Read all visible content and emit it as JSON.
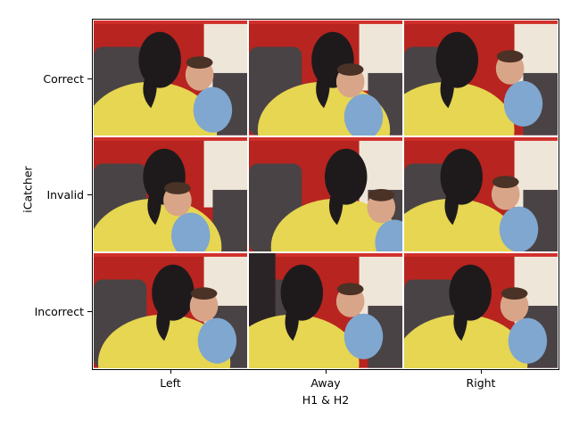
{
  "figure": {
    "xlabel": "H1 & H2",
    "ylabel": "iCatcher",
    "columns": [
      "Left",
      "Away",
      "Right"
    ],
    "rows": [
      "Correct",
      "Invalid",
      "Incorrect"
    ]
  },
  "cells": [
    {
      "row": "Correct",
      "col": "Left",
      "description": "video frame"
    },
    {
      "row": "Correct",
      "col": "Away",
      "description": "video frame"
    },
    {
      "row": "Correct",
      "col": "Right",
      "description": "video frame"
    },
    {
      "row": "Invalid",
      "col": "Left",
      "description": "video frame"
    },
    {
      "row": "Invalid",
      "col": "Away",
      "description": "video frame"
    },
    {
      "row": "Invalid",
      "col": "Right",
      "description": "video frame"
    },
    {
      "row": "Incorrect",
      "col": "Left",
      "description": "video frame"
    },
    {
      "row": "Incorrect",
      "col": "Away",
      "description": "video frame"
    },
    {
      "row": "Incorrect",
      "col": "Right",
      "description": "video frame"
    }
  ],
  "colors": {
    "wall": "#b8241f",
    "sofa": "#4a4345",
    "shirt": "#e6d652",
    "hair": "#1e1a1c",
    "baby_shirt": "#7fa7cf",
    "skin": "#d9a588",
    "window": "#efe6da"
  }
}
